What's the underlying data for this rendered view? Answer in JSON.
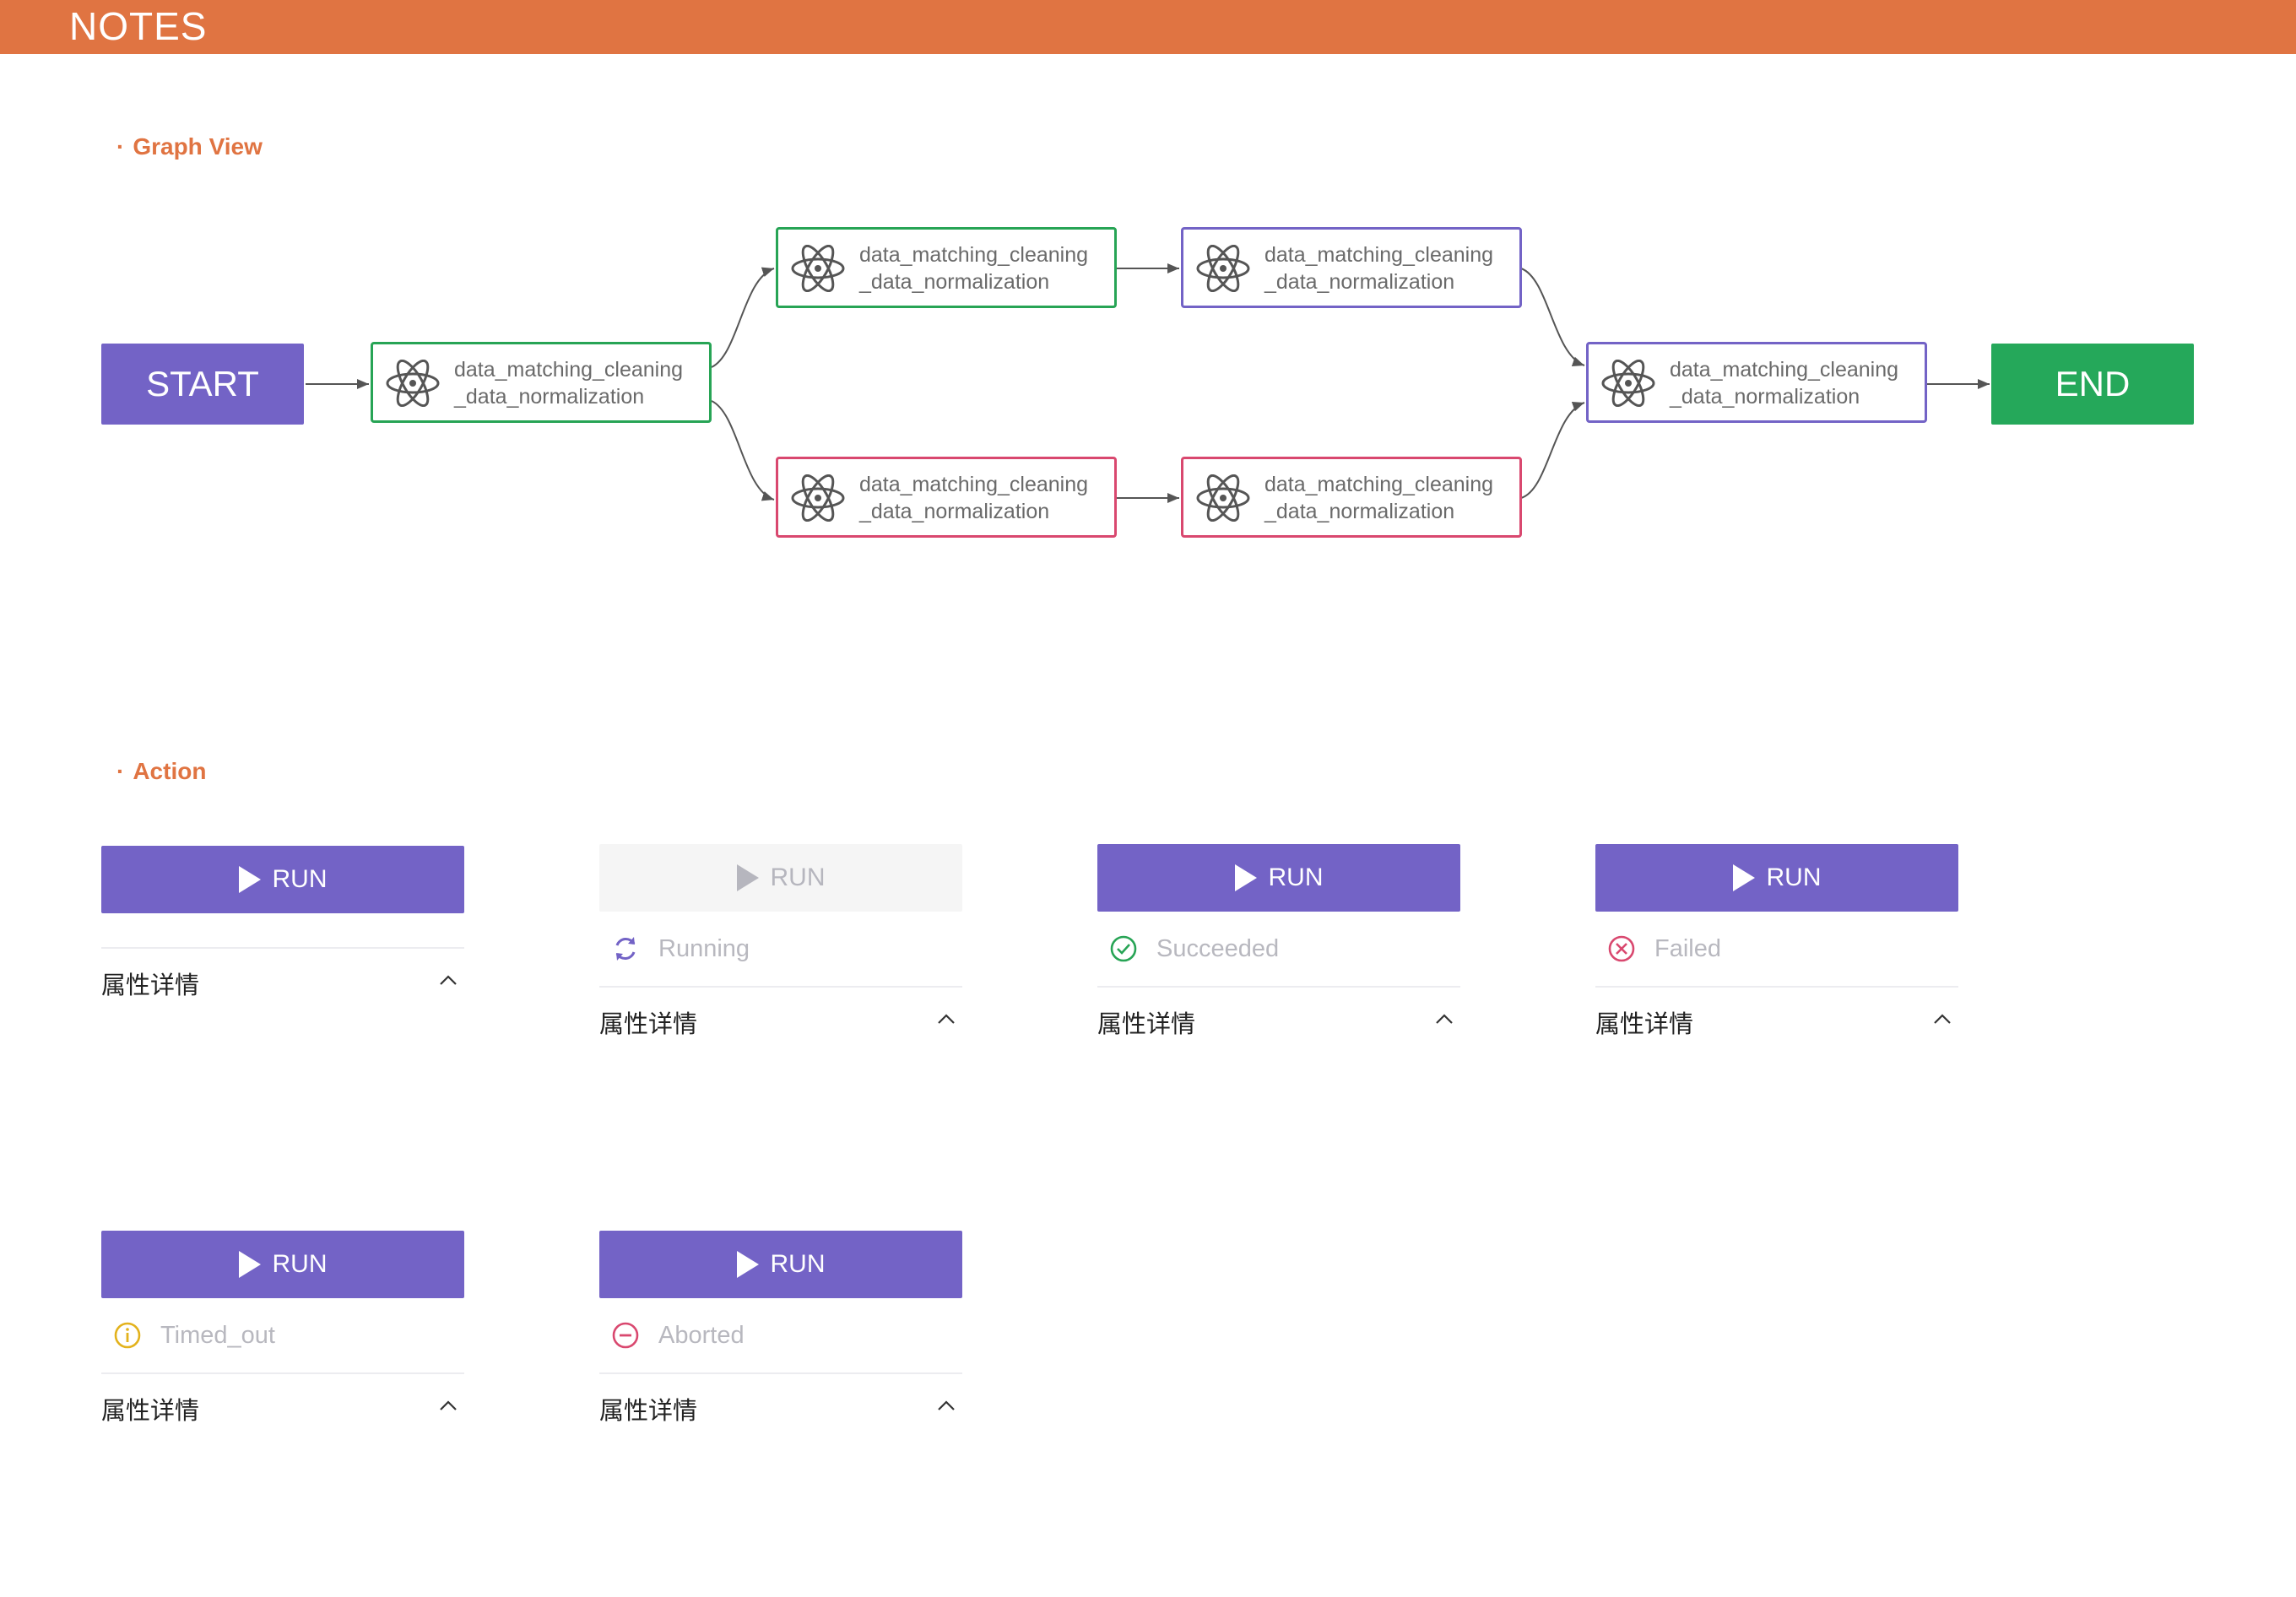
{
  "header": {
    "title": "NOTES",
    "color": "#e07442"
  },
  "sections": {
    "graph_title": "Graph View",
    "action_title": "Action"
  },
  "graph": {
    "start_label": "START",
    "end_label": "END",
    "start_color": "#7363c6",
    "end_color": "#25a85a",
    "nodes": [
      {
        "line1": "data_matching_cleaning",
        "line2": "_data_normalization",
        "status": "green",
        "icon": "atom-icon"
      },
      {
        "line1": "data_matching_cleaning",
        "line2": "_data_normalization",
        "status": "green",
        "icon": "atom-icon"
      },
      {
        "line1": "data_matching_cleaning",
        "line2": "_data_normalization",
        "status": "purple",
        "icon": "atom-icon"
      },
      {
        "line1": "data_matching_cleaning",
        "line2": "_data_normalization",
        "status": "red",
        "icon": "atom-icon"
      },
      {
        "line1": "data_matching_cleaning",
        "line2": "_data_normalization",
        "status": "red",
        "icon": "atom-icon"
      },
      {
        "line1": "data_matching_cleaning",
        "line2": "_data_normalization",
        "status": "purple",
        "icon": "atom-icon"
      }
    ],
    "status_colors": {
      "green": "#27a455",
      "purple": "#7363c6",
      "red": "#d9486f"
    }
  },
  "actions": [
    {
      "run_label": "RUN",
      "status_text": "",
      "detail_label": "属性详情",
      "state": "idle"
    },
    {
      "run_label": "RUN",
      "status_text": "Running",
      "detail_label": "属性详情",
      "state": "running",
      "icon": "refresh-icon",
      "icon_color": "#7363c6"
    },
    {
      "run_label": "RUN",
      "status_text": "Succeeded",
      "detail_label": "属性详情",
      "state": "succeeded",
      "icon": "check-circle-icon",
      "icon_color": "#27a455"
    },
    {
      "run_label": "RUN",
      "status_text": "Failed",
      "detail_label": "属性详情",
      "state": "failed",
      "icon": "x-circle-icon",
      "icon_color": "#d9486f"
    },
    {
      "run_label": "RUN",
      "status_text": "Timed_out",
      "detail_label": "属性详情",
      "state": "timed_out",
      "icon": "info-circle-icon",
      "icon_color": "#e3b21c"
    },
    {
      "run_label": "RUN",
      "status_text": "Aborted",
      "detail_label": "属性详情",
      "state": "aborted",
      "icon": "minus-circle-icon",
      "icon_color": "#d9486f"
    }
  ]
}
